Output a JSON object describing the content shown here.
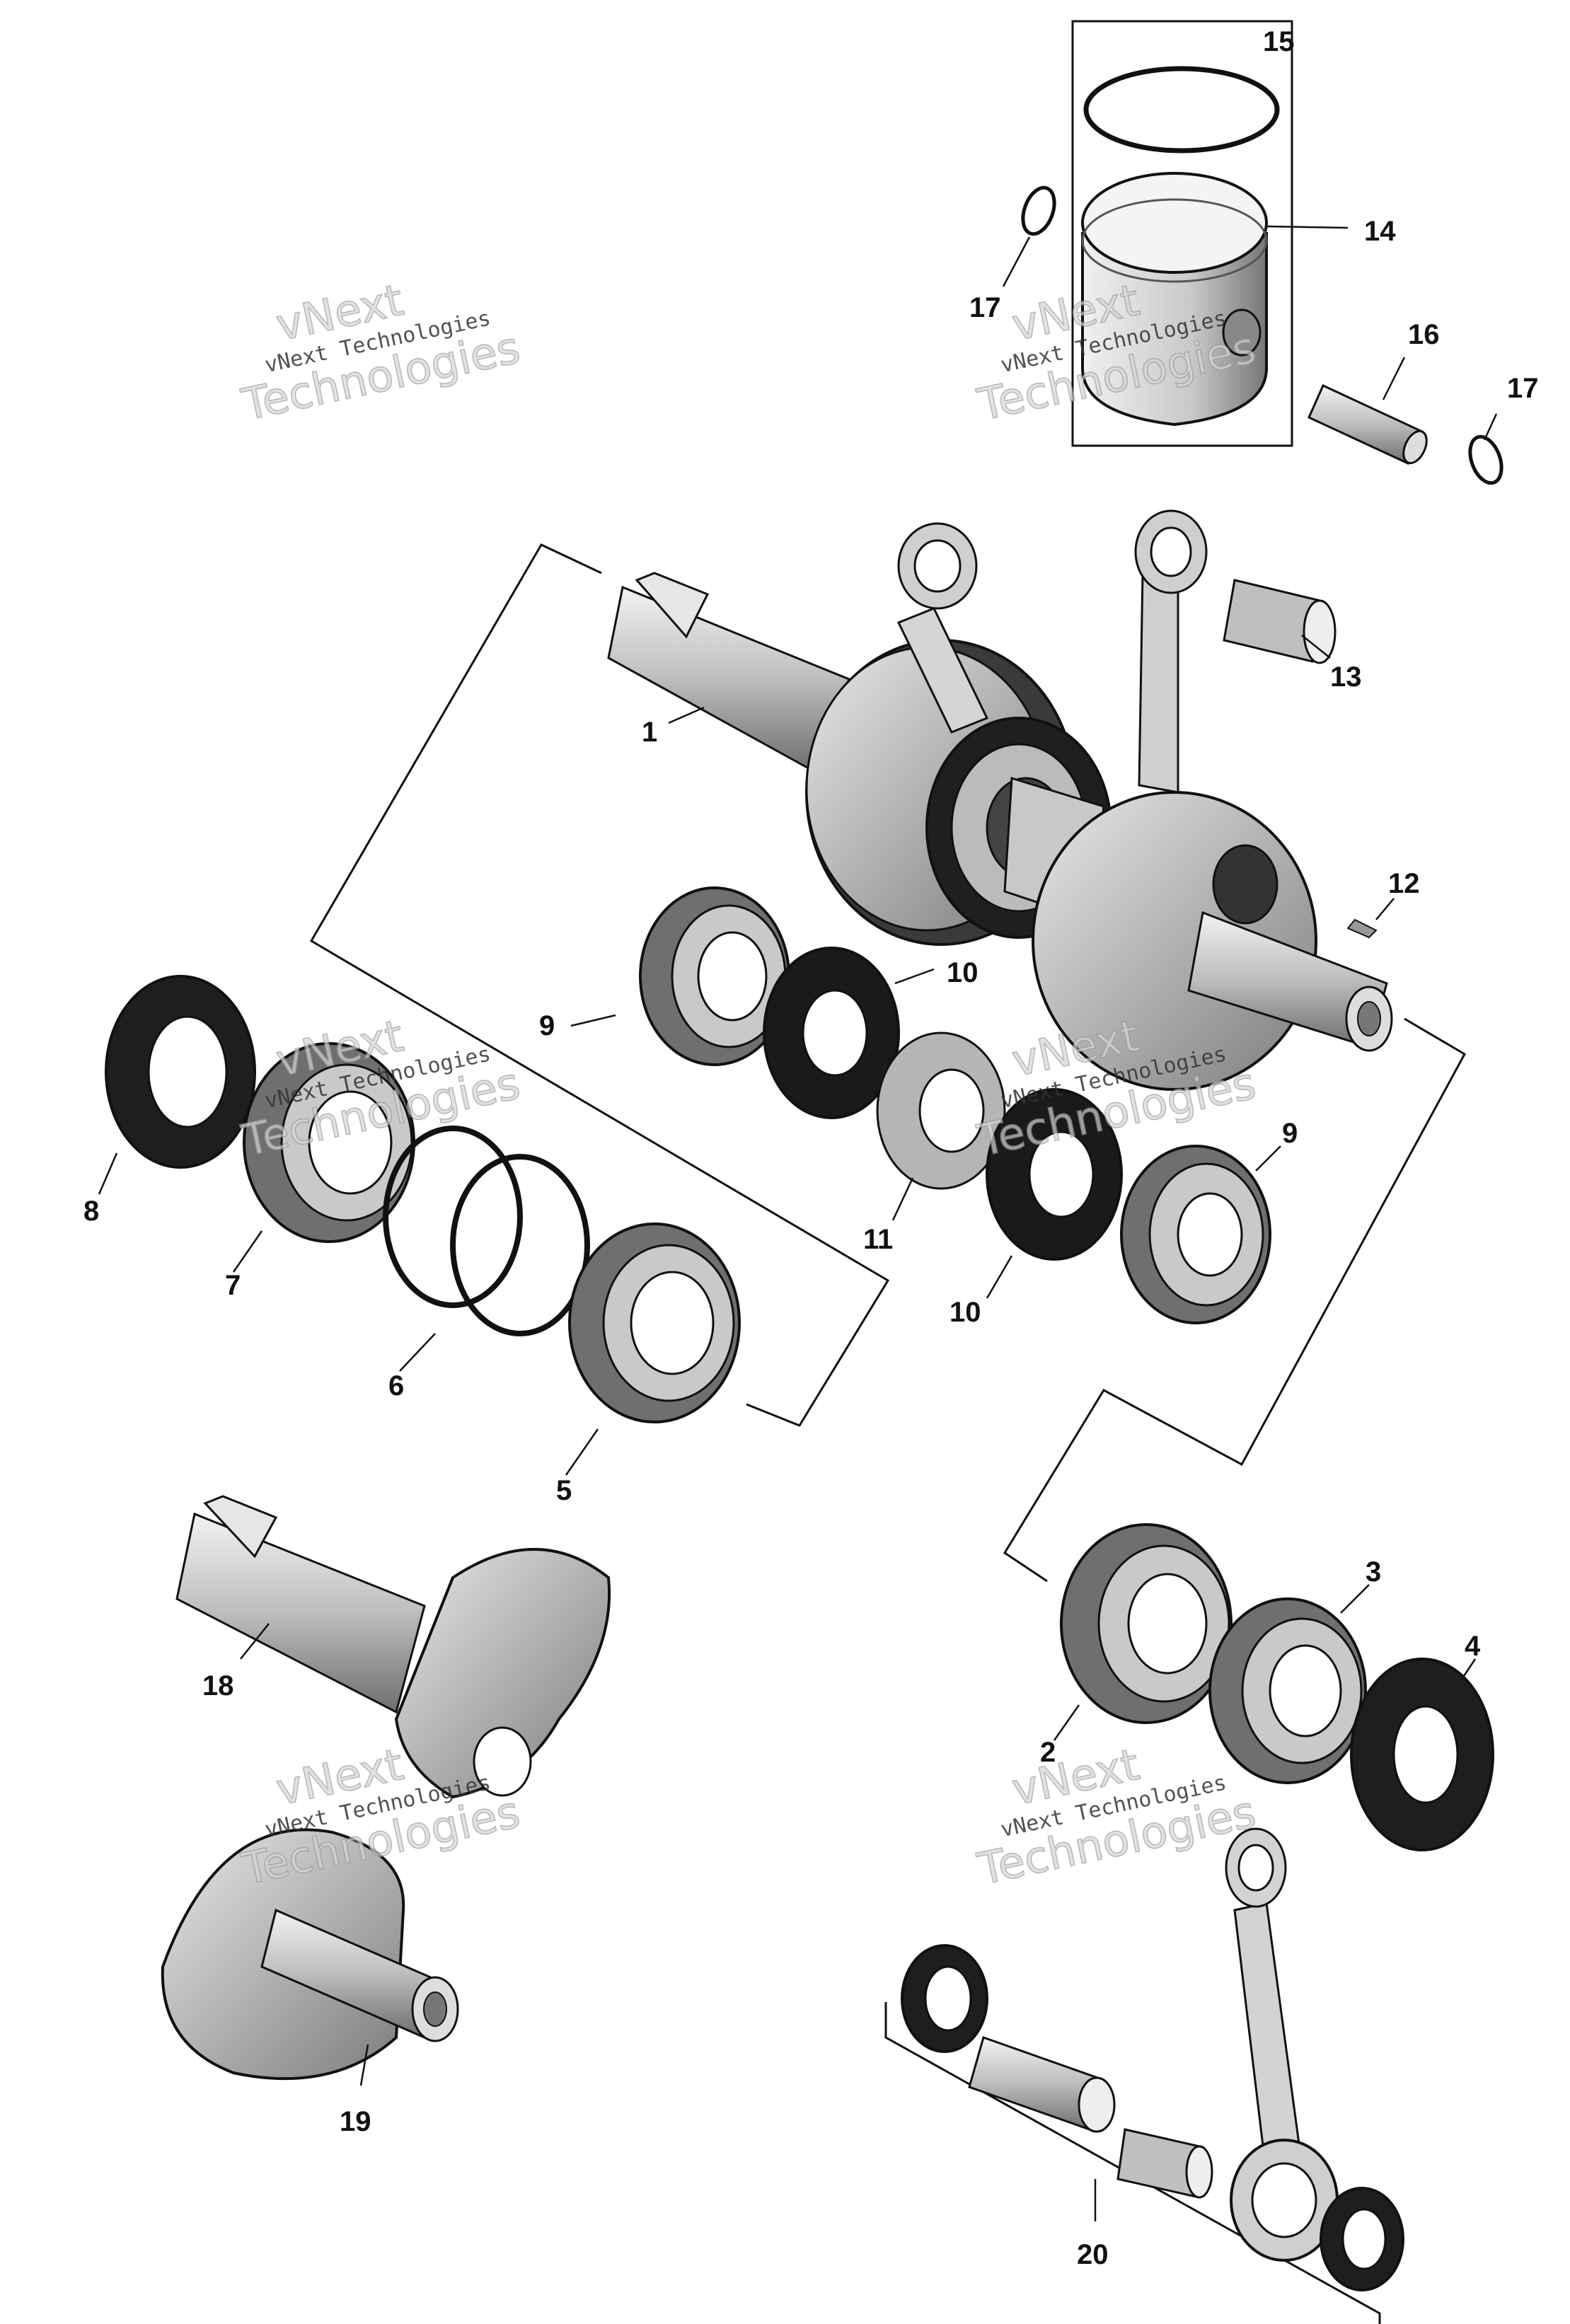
{
  "callouts": {
    "c1": "1",
    "c2": "2",
    "c3": "3",
    "c4": "4",
    "c5": "5",
    "c6": "6",
    "c7": "7",
    "c8": "8",
    "c9a": "9",
    "c9b": "9",
    "c10a": "10",
    "c10b": "10",
    "c11": "11",
    "c12": "12",
    "c13": "13",
    "c14": "14",
    "c15": "15",
    "c16": "16",
    "c17a": "17",
    "c17b": "17",
    "c18": "18",
    "c19": "19",
    "c20": "20"
  },
  "watermark": {
    "line_small": "vNext Technologies",
    "line_top": "vNext",
    "line_bottom": "Technologies"
  },
  "colors": {
    "part_dark": "#2a2a2a",
    "part_mid": "#7a7a7a",
    "part_light": "#d9d9d9",
    "line": "#111111"
  }
}
